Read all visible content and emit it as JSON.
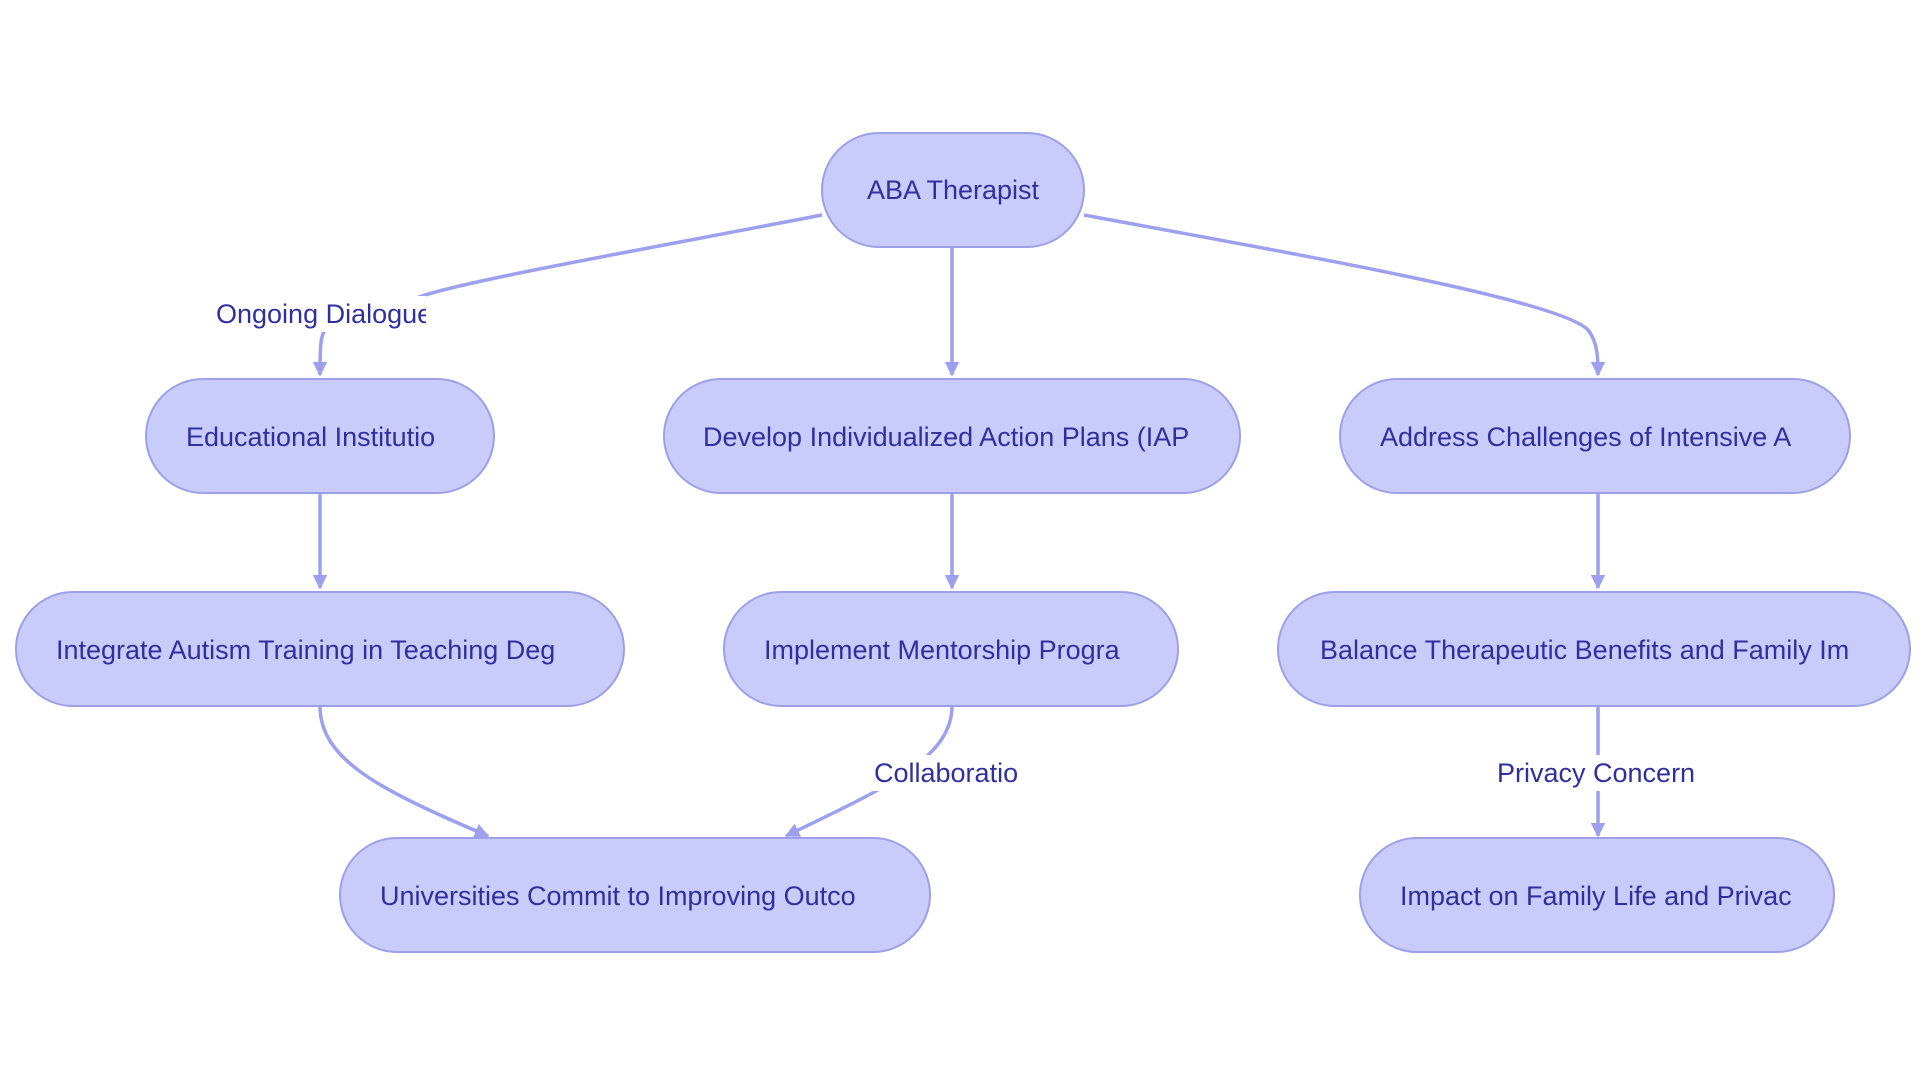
{
  "colors": {
    "node_fill": "#c9cbfb",
    "node_stroke": "#9ca0e8",
    "edge": "#9ca0ee",
    "text": "#2f2fa0",
    "label_bg": "#ffffff"
  },
  "nodes": {
    "aba": "ABA Therapist",
    "edu": "Educational Institutio",
    "iap": "Develop Individualized Action Plans (IAP",
    "challenges": "Address Challenges of Intensive A",
    "autism_training": "Integrate Autism Training in Teaching Deg",
    "mentorship": "Implement Mentorship Progra",
    "balance": "Balance Therapeutic Benefits and Family Im",
    "universities": "Universities Commit to Improving Outco",
    "impact": "Impact on Family Life and Privac"
  },
  "edge_labels": {
    "ongoing": "Ongoing Dialogue",
    "collaboration": "Collaboratio",
    "privacy": "Privacy Concern"
  }
}
